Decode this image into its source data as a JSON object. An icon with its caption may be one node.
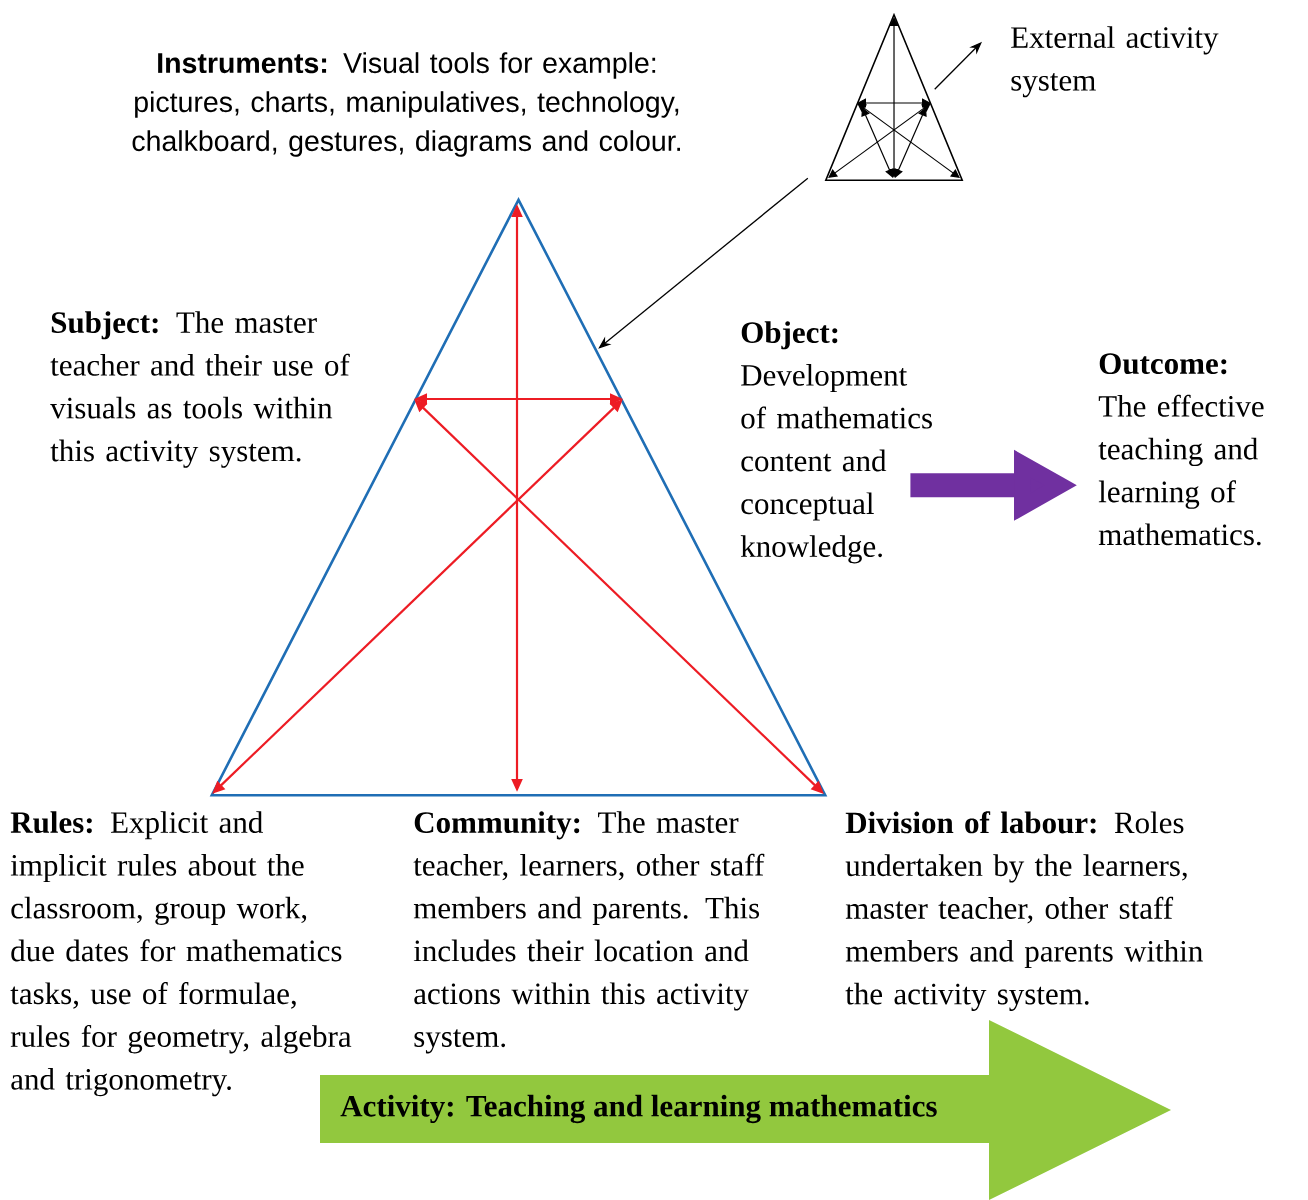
{
  "diagram": {
    "nodes": [
      {
        "text": [
          "**Instruments:** Visual tools for example: pictures, charts, manipulatives, technology, chalkboard, gestures, diagrams and colour."
        ]
      },
      {
        "text": [
          "External activity system"
        ]
      },
      {
        "text": [],
        "shape": "triangle"
      },
      {
        "text": [],
        "shape": "triangle"
      },
      {
        "text": [
          "**Subject:** The master teacher and their use of visuals as tools within this activity system."
        ]
      },
      {
        "text": [
          "**Object:** Development of mathematics content and conceptual knowledge."
        ]
      },
      {
        "text": [
          "**Outcome:** The effective teaching and learning of mathematics."
        ]
      },
      {
        "text": [
          "**Rules:** Explicit and implicit rules about the classroom, group work, due dates for mathematics tasks, use of formulae, rules for geometry, algebra and trigonometry."
        ]
      },
      {
        "text": [
          "**Community:** The master teacher, learners, other staff members and parents. This includes their location and actions within this activity system."
        ]
      },
      {
        "text": [
          "**Division of labour:** Roles undertaken by the learners, master teacher, other staff members and parents within the activity system."
        ]
      },
      {
        "text": [
          "Activity: Teaching and learning mathematics"
        ]
      }
    ],
    "edges": [
      {
        "from": 2,
        "to": 1,
        "arrow": "to"
      },
      {
        "from": 2,
        "to": 3,
        "arrow": "to"
      },
      {
        "from": 5,
        "to": 6,
        "arrow": "to",
        "style": "thick",
        "color": "#7030a0"
      }
    ]
  }
}
